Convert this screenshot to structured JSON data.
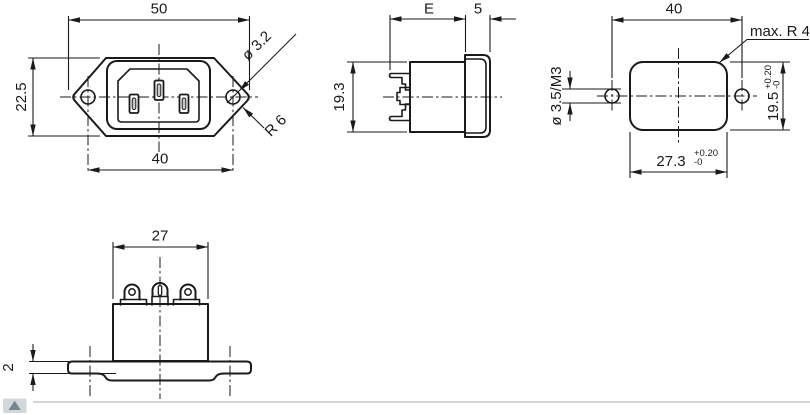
{
  "drawing_title": "connector-dimension-drawing",
  "colors": {
    "line": "#1a1a1a",
    "separator": "#c9c9c9",
    "icon_bg": "#d2d7db",
    "icon_glyph": "#75868f",
    "pin_slot_fill": "#c9c9c9"
  },
  "views": {
    "front": {
      "dim_width": "50",
      "dim_height": "22.5",
      "dim_hole_spacing": "40",
      "label_hole_dia": "ø 3.2",
      "label_flange_radius": "R 6"
    },
    "side": {
      "dim_body_length": "E",
      "dim_flange_thickness": "5",
      "dim_height": "19.3"
    },
    "panel_cutout": {
      "dim_hole_spacing": "40",
      "label_corner_radius": "max. R 4",
      "label_hole_dia": "ø 3.5/M3",
      "dim_height": "19.5",
      "dim_height_tol_upper": "+0.20",
      "dim_height_tol_lower": "-0",
      "dim_width": "27.3",
      "dim_width_tol_upper": "+0.20",
      "dim_width_tol_lower": "-0"
    },
    "bottom": {
      "dim_body_width": "27",
      "dim_flange_thickness": "2"
    }
  }
}
